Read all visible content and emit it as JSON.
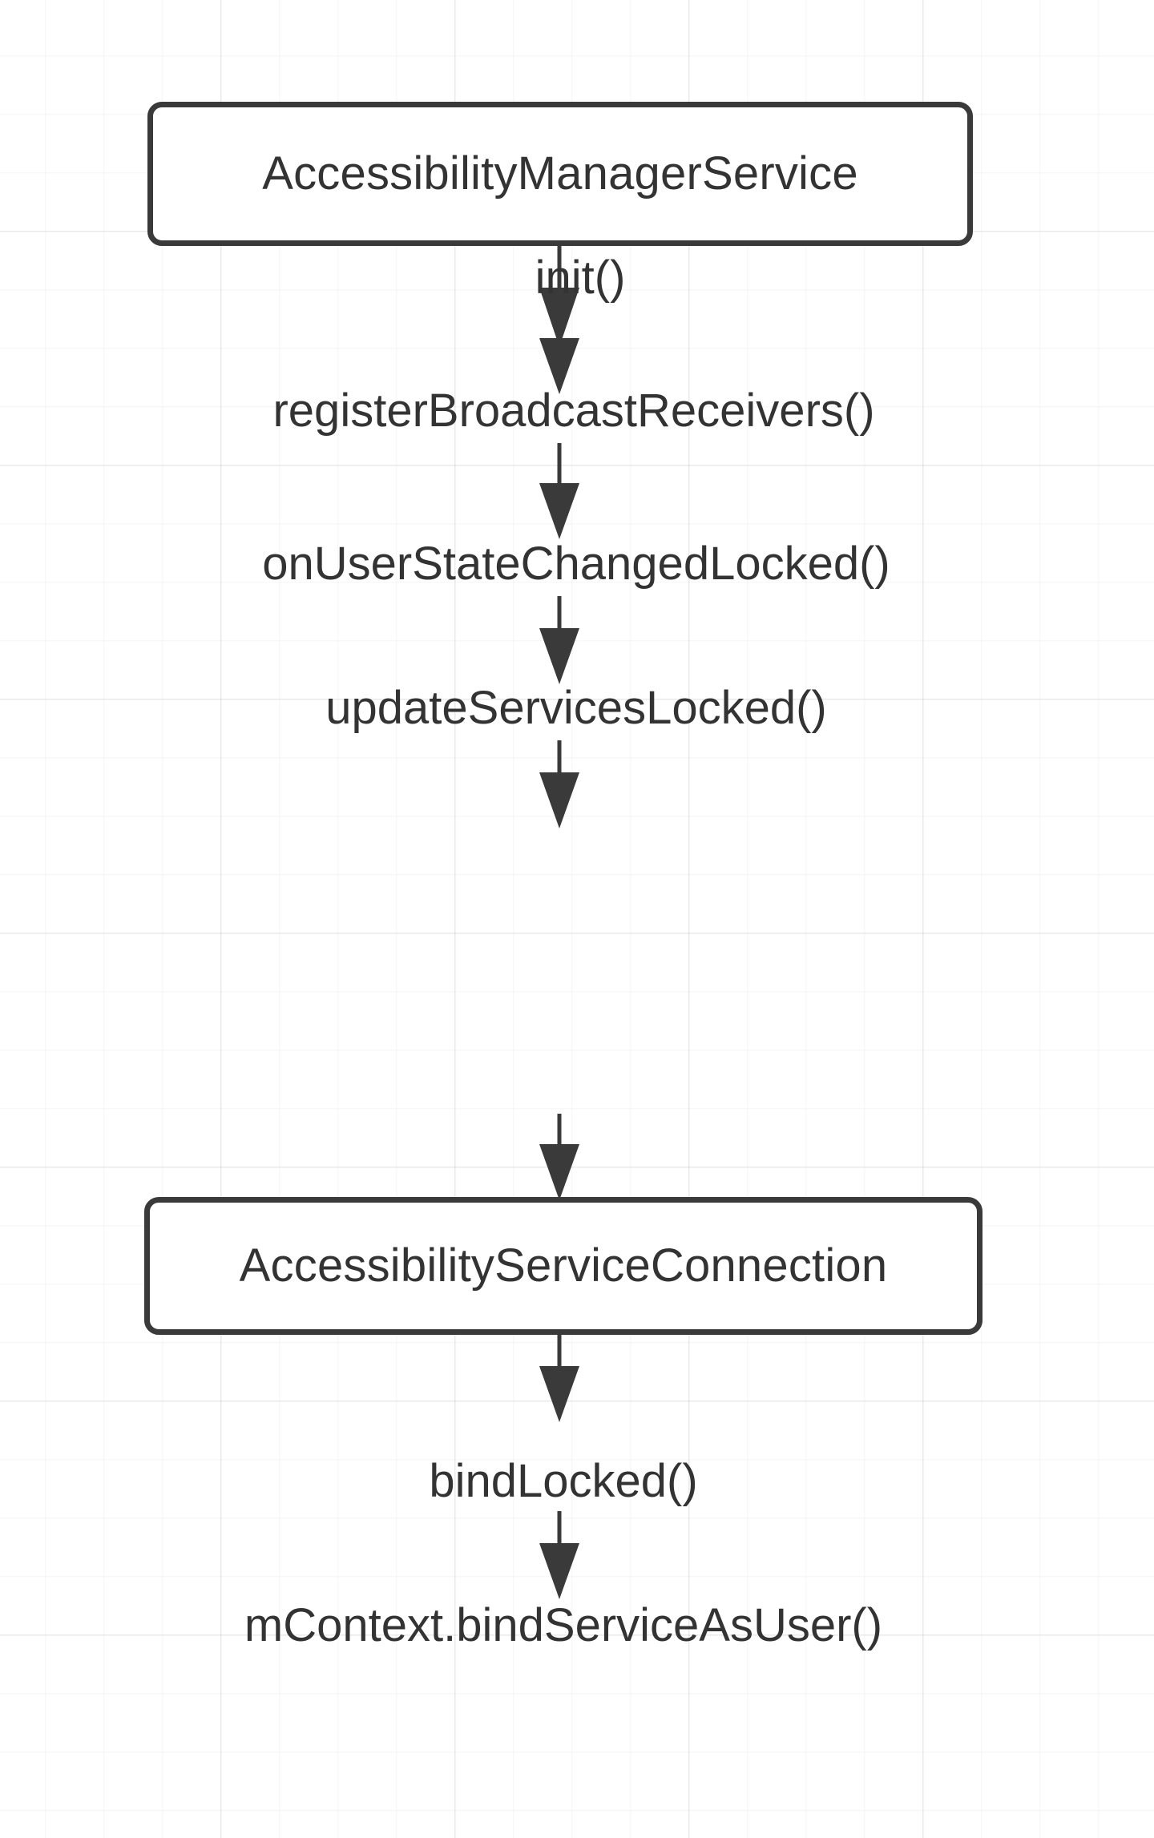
{
  "diagram": {
    "type": "flowchart",
    "orientation": "vertical",
    "background": "#ffffff",
    "grid_color": "#f0f0f0",
    "accent_color": "#3a3a3a",
    "text_color": "#333333",
    "nodes": [
      {
        "id": "ams",
        "kind": "box",
        "label": "AccessibilityManagerService"
      },
      {
        "id": "init",
        "kind": "text",
        "label": "init()"
      },
      {
        "id": "register",
        "kind": "text",
        "label": "registerBroadcastReceivers()"
      },
      {
        "id": "onuserstate",
        "kind": "text",
        "label": "onUserStateChangedLocked()"
      },
      {
        "id": "updateservices",
        "kind": "text",
        "label": "updateServicesLocked()"
      },
      {
        "id": "asc",
        "kind": "box",
        "label": "AccessibilityServiceConnection"
      },
      {
        "id": "bindlocked",
        "kind": "text",
        "label": "bindLocked()"
      },
      {
        "id": "bindserviceasuser",
        "kind": "text",
        "label": "mContext.bindServiceAsUser()"
      }
    ],
    "edges": [
      {
        "id": "e1",
        "from": "ams",
        "to": "init",
        "arrowhead": "solid-triangle"
      },
      {
        "id": "e2",
        "from": "init",
        "to": "register",
        "arrowhead": "solid-triangle"
      },
      {
        "id": "e3",
        "from": "register",
        "to": "onuserstate",
        "arrowhead": "solid-triangle"
      },
      {
        "id": "e4",
        "from": "onuserstate",
        "to": "updateservices",
        "arrowhead": "solid-triangle"
      },
      {
        "id": "e5",
        "from": "updateservices",
        "to": "asc",
        "arrowhead": "solid-triangle"
      },
      {
        "id": "e6",
        "from": "asc",
        "to": "bindlocked",
        "arrowhead": "solid-triangle"
      },
      {
        "id": "e7",
        "from": "bindlocked",
        "to": "bindserviceasuser",
        "arrowhead": "solid-triangle"
      }
    ]
  }
}
